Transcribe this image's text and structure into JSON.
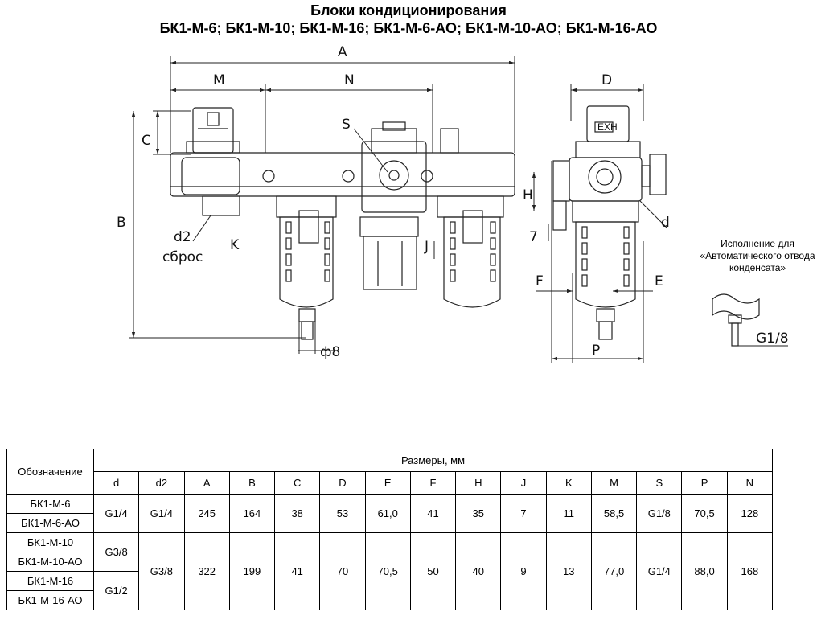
{
  "title": {
    "line1": "Блоки кондиционирования",
    "line2": "БК1-М-6; БК1-М-10; БК1-М-16; БК1-М-6-АО; БК1-М-10-АО; БК1-М-16-АО"
  },
  "drawing_labels": {
    "A": "A",
    "M": "M",
    "N": "N",
    "D": "D",
    "C": "C",
    "S": "S",
    "B": "B",
    "H": "H",
    "d": "d",
    "d2": "d2",
    "sbros": "сброс",
    "K": "K",
    "J": "J",
    "seven": "7",
    "F": "F",
    "E": "E",
    "P": "P",
    "phi8": "ф8",
    "G18": "G1/8",
    "EXH": "EXH"
  },
  "note": [
    "Исполнение для",
    "«Автоматического отвода",
    "конденсата»"
  ],
  "table": {
    "designation_header": "Обозначение",
    "dimensions_header": "Размеры, мм",
    "columns": [
      "d",
      "d2",
      "A",
      "B",
      "C",
      "D",
      "E",
      "F",
      "H",
      "J",
      "K",
      "M",
      "S",
      "P",
      "N"
    ],
    "names": [
      "БК1-М-6",
      "БК1-М-6-АО",
      "БК1-М-10",
      "БК1-М-10-АО",
      "БК1-М-16",
      "БК1-М-16-АО"
    ],
    "group1": {
      "d": "G1/4",
      "d2": "G1/4",
      "A": "245",
      "B": "164",
      "C": "38",
      "D": "53",
      "E": "61,0",
      "F": "41",
      "H": "35",
      "J": "7",
      "K": "11",
      "M": "58,5",
      "S": "G1/8",
      "P": "70,5",
      "N": "128"
    },
    "group2": {
      "d_10": "G3/8",
      "d_16": "G1/2",
      "d2": "G3/8",
      "A": "322",
      "B": "199",
      "C": "41",
      "D": "70",
      "E": "70,5",
      "F": "50",
      "H": "40",
      "J": "9",
      "K": "13",
      "M": "77,0",
      "S": "G1/4",
      "P": "88,0",
      "N": "168"
    }
  }
}
